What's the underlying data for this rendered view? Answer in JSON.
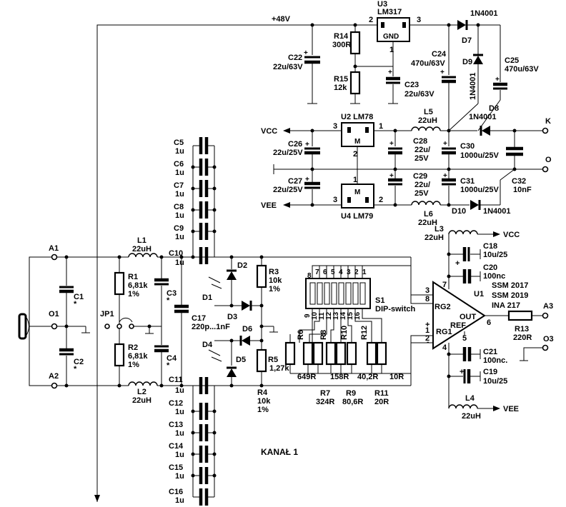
{
  "labels": {
    "v48": "+48V",
    "u3": "U3",
    "u3type": "LM317",
    "gnd": "GND",
    "u3p1": "1",
    "u3p2": "2",
    "u3p3": "3",
    "r14": "R14",
    "r14v": "300R",
    "r15": "R15",
    "r15v": "12k",
    "c22": "C22",
    "c22v": "22u/63V",
    "c23": "C23",
    "c23v": "22u/63V",
    "c24": "C24",
    "c24v": "470u/63V",
    "c25": "C25",
    "c25v": "470u/63V",
    "d7": "D7",
    "d7t": "1N4001",
    "d9": "D9",
    "d9t": "1N4001",
    "d8": "D8",
    "d8t": "1N4001",
    "d10": "D10",
    "d10t": "1N4001",
    "u2": "U2 LM78",
    "u4": "U4 LM79",
    "m": "M",
    "u2p1": "1",
    "u2p2": "2",
    "u2p3": "3",
    "u4p1": "1",
    "u4p2": "2",
    "u4p3": "3",
    "vcc": "VCC",
    "vee": "VEE",
    "c26": "C26",
    "c26v": "22u/25V",
    "c27": "C27",
    "c27v": "22u/25V",
    "c28": "C28",
    "c28v1": "22u/",
    "c28v2": "25V",
    "c29": "C29",
    "c29v1": "22u/",
    "c29v2": "25V",
    "c30": "C30",
    "c30v": "1000u/25V",
    "c31": "C31",
    "c31v": "1000u/25V",
    "c32": "C32",
    "c32v": "10nF",
    "l5": "L5",
    "l5v": "22uH",
    "l6": "L6",
    "l6v": "22uH",
    "k": "K",
    "o": "O",
    "c5": "C5",
    "c6": "C6",
    "c7": "C7",
    "c8": "C8",
    "c9": "C9",
    "c10": "C10",
    "c11": "C11",
    "c12": "C12",
    "c13": "C13",
    "c14": "C14",
    "c15": "C15",
    "c16": "C16",
    "u1uF": "1u",
    "a1": "A1",
    "a2": "A2",
    "o1": "O1",
    "c1": "C1",
    "c2": "C2",
    "star": "*",
    "l1": "L1",
    "l1v": "22uH",
    "l2": "L2",
    "l2v": "22uH",
    "r1": "R1",
    "r1v": "6,81k",
    "r1t": "1%",
    "r2": "R2",
    "r2v": "6,81k",
    "r2t": "1%",
    "jp1": "JP1",
    "c3": "C3",
    "c4": "C4",
    "c17": "C17",
    "c17v": "220p...1nF",
    "d1": "D1",
    "d2": "D2",
    "d3": "D3",
    "d4": "D4",
    "d5": "D5",
    "d6": "D6",
    "r3": "R3",
    "r3v": "10k",
    "r3t": "1%",
    "r4": "R4",
    "r4v": "10k",
    "r4t": "1%",
    "r5": "R5",
    "r5v": "1,27k",
    "r6": "R6",
    "r7": "R7",
    "r8": "R8",
    "r9": "R9",
    "r10": "R10",
    "r11": "R11",
    "r12": "R12",
    "r6v": "649R",
    "r7v": "324R",
    "r8v": "158R",
    "r9v": "80,6R",
    "r10v": "40,2R",
    "r11v": "20R",
    "r12v": "10R",
    "s1": "S1",
    "s1t": "DIP-switch",
    "dipTop": [
      "8",
      "7",
      "6",
      "5",
      "4",
      "3",
      "2",
      "1"
    ],
    "dipBot": [
      "9",
      "10",
      "11",
      "12",
      "13",
      "14",
      "15",
      "16"
    ],
    "l3": "L3",
    "l3v": "22uH",
    "l4": "L4",
    "l4v": "22uH",
    "c18": "C18",
    "c18v": "10u/25",
    "c19": "C19",
    "c19v": "10u/25",
    "c20": "C20",
    "c20v": "100nc",
    "c21": "C21",
    "c21v": "100nc.",
    "u1": "U1",
    "ssm1": "SSM 2017",
    "ssm2": "SSM 2019",
    "ina": "INA 217",
    "rg2": "RG2",
    "rg1": "RG1",
    "out": "OUT",
    "ref": "REF",
    "plus": "+",
    "minus": "-",
    "p3": "3",
    "p8": "8",
    "p7": "7",
    "p1": "1",
    "p2": "2",
    "p5": "5",
    "p4": "4",
    "p6": "6",
    "a3": "A3",
    "o3": "O3",
    "r13": "R13",
    "r13v": "220R",
    "kanal": "KANAŁ 1"
  }
}
